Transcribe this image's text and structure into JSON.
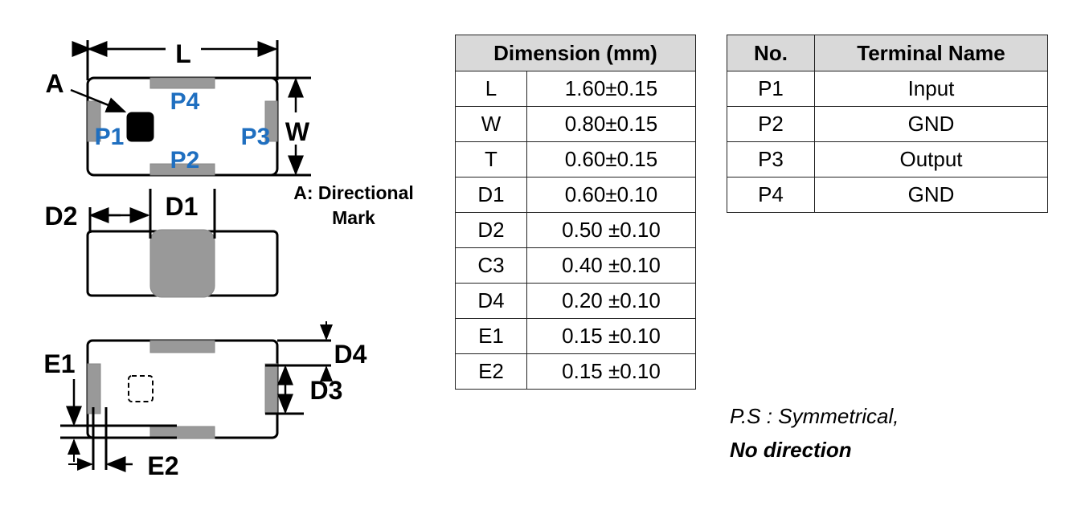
{
  "diagram": {
    "top_view": {
      "dim_L": "L",
      "dim_W": "W",
      "mark_label": "A",
      "pins": [
        "P1",
        "P2",
        "P3",
        "P4"
      ],
      "note_line1": "A: Directional",
      "note_line2": "Mark"
    },
    "side_view": {
      "dim_D1": "D1",
      "dim_D2": "D2"
    },
    "bottom_view": {
      "dim_D3": "D3",
      "dim_D4": "D4",
      "dim_E1": "E1",
      "dim_E2": "E2"
    },
    "colors": {
      "pad": "#999999",
      "pin_text": "#1f6fc0"
    }
  },
  "dimension_table": {
    "header": "Dimension (mm)",
    "rows": [
      {
        "name": "L",
        "value": "1.60±0.15"
      },
      {
        "name": "W",
        "value": "0.80±0.15"
      },
      {
        "name": "T",
        "value": "0.60±0.15"
      },
      {
        "name": "D1",
        "value": "0.60±0.10"
      },
      {
        "name": "D2",
        "value": "0.50 ±0.10"
      },
      {
        "name": "C3",
        "value": "0.40 ±0.10"
      },
      {
        "name": "D4",
        "value": "0.20 ±0.10"
      },
      {
        "name": "E1",
        "value": "0.15 ±0.10"
      },
      {
        "name": "E2",
        "value": "0.15 ±0.10"
      }
    ]
  },
  "terminal_table": {
    "headers": [
      "No.",
      "Terminal Name"
    ],
    "rows": [
      {
        "no": "P1",
        "name": "Input"
      },
      {
        "no": "P2",
        "name": "GND"
      },
      {
        "no": "P3",
        "name": "Output"
      },
      {
        "no": "P4",
        "name": "GND"
      }
    ]
  },
  "note": {
    "line1": "P.S : Symmetrical,",
    "line2": "No direction"
  }
}
